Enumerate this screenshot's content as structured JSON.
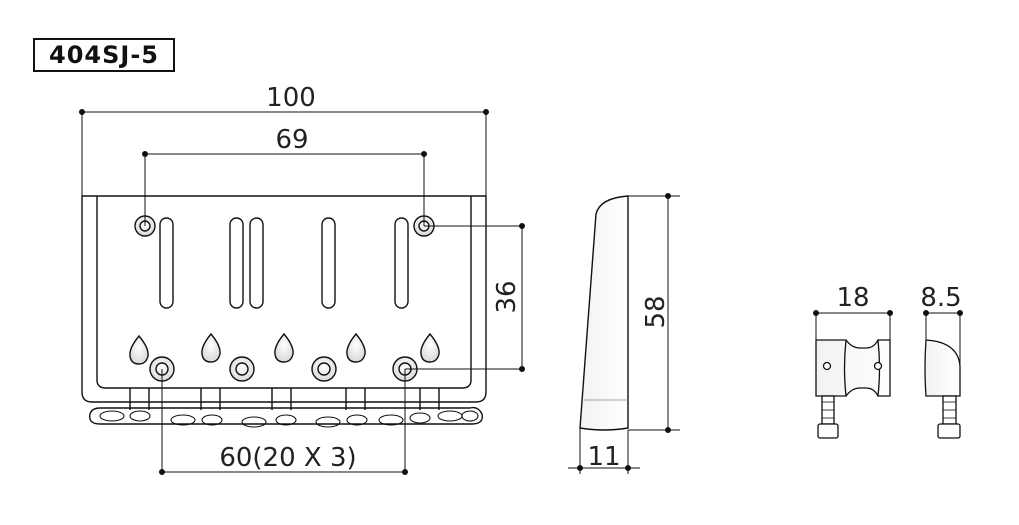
{
  "title": "404SJ-5",
  "dimensions": {
    "overall_width": "100",
    "mount_spacing": "69",
    "mount_height": "36",
    "string_spacing": "60(20 X 3)",
    "side_height": "58",
    "side_base": "11",
    "saddle_width": "18",
    "saddle_depth": "8.5"
  },
  "colors": {
    "line": "#111111",
    "text": "#222222"
  }
}
